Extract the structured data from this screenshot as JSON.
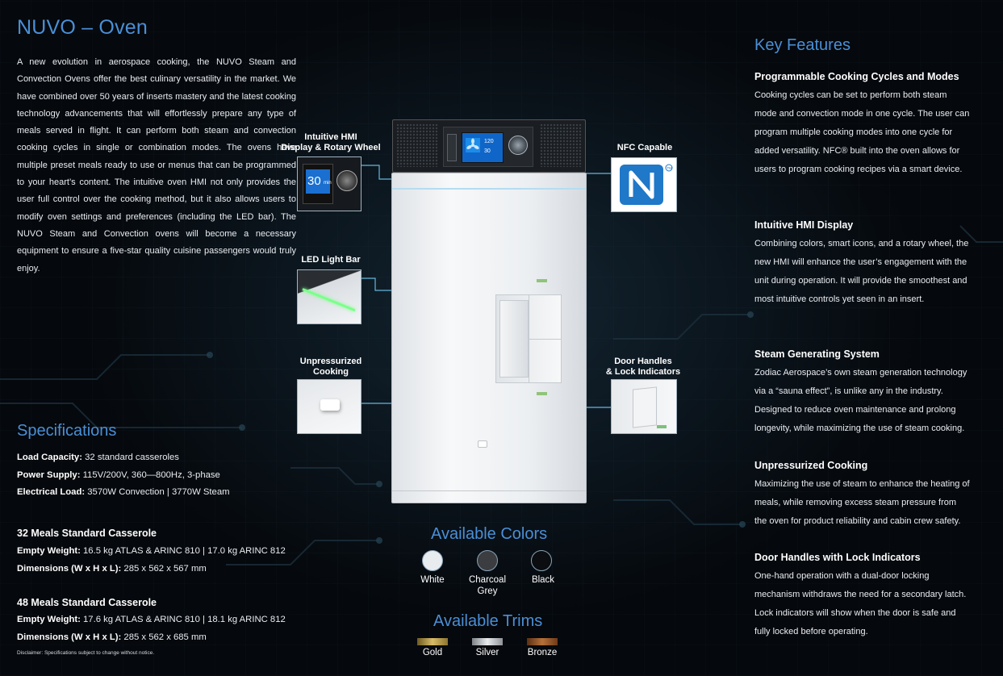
{
  "title": "NUVO – Oven",
  "intro": "A new evolution in aerospace cooking, the NUVO Steam and Convection Ovens offer the best culinary versatility in the market. We have combined over 50 years of inserts mastery and the latest cooking technology advancements that will effortlessly prepare any type of meals served in flight. It can perform both steam and convection cooking cycles in single or combination modes. The ovens have multiple preset meals ready to use or menus that can be programmed to your heart’s content. The intuitive oven HMI not only provides the user full control over the cooking method, but it also allows users to modify oven settings and preferences (including the LED bar). The NUVO Steam and Convection ovens will become a necessary equipment to ensure a five-star quality cuisine passengers would truly enjoy.",
  "specifications": {
    "title": "Specifications",
    "rows": [
      {
        "label": "Load Capacity:",
        "value": " 32 standard casseroles"
      },
      {
        "label": "Power Supply:",
        "value": " 115V/200V, 360—800Hz, 3-phase"
      },
      {
        "label": "Electrical Load:",
        "value": " 3570W Convection | 3770W Steam"
      }
    ]
  },
  "casserole32": {
    "title": "32 Meals Standard Casserole",
    "rows": [
      {
        "label": "Empty Weight:",
        "value": " 16.5 kg ATLAS & ARINC 810 | 17.0 kg ARINC 812"
      },
      {
        "label": "Dimensions (W x H x L):",
        "value": " 285 x 562 x 567 mm"
      }
    ]
  },
  "casserole48": {
    "title": "48 Meals Standard Casserole",
    "rows": [
      {
        "label": "Empty Weight:",
        "value": " 17.6 kg ATLAS & ARINC 810 | 18.1 kg ARINC 812"
      },
      {
        "label": "Dimensions (W x H x L):",
        "value": " 285 x 562 x 685 mm"
      }
    ]
  },
  "disclaimer": "Disclaimer: Specifications subject to change without notice.",
  "callouts": {
    "hmi": "Intuitive HMI\nDisplay & Rotary Wheel",
    "led": "LED Light Bar",
    "unpressurized": "Unpressurized\nCooking",
    "nfc": "NFC Capable",
    "door": "Door Handles\n& Lock Indicators"
  },
  "hmi_screen": {
    "value": "30",
    "unit": "min"
  },
  "display_screen": {
    "line1": "120",
    "line2": "30"
  },
  "key_features": {
    "title": "Key Features",
    "items": [
      {
        "title": "Programmable Cooking Cycles and Modes",
        "text": "Cooking cycles can be set to perform both steam mode and convection mode in one cycle. The user can program multiple cooking modes into one cycle for added versatility. NFC® built into the oven allows for users to program cooking recipes via a smart device."
      },
      {
        "title": "Intuitive HMI Display",
        "text": "Combining colors, smart icons, and a rotary wheel, the new HMI will enhance the user’s engagement with the unit during operation. It will provide the smoothest and most intuitive controls yet seen in an insert."
      },
      {
        "title": "Steam Generating System",
        "text": "Zodiac Aerospace’s own steam generation technology via a “sauna effect”, is unlike any in the industry. Designed to reduce oven maintenance and prolong longevity, while maximizing the use of steam cooking."
      },
      {
        "title": "Unpressurized Cooking",
        "text": "Maximizing the use of steam to enhance the heating of meals, while removing excess steam pressure from the oven for product reliability and cabin crew safety."
      },
      {
        "title": "Door Handles with Lock Indicators",
        "text": "One-hand operation with a dual-door locking mechanism withdraws the need for a secondary latch. Lock indicators will show when the door is safe and fully locked before operating."
      }
    ]
  },
  "available_colors": {
    "title": "Available Colors",
    "items": [
      {
        "label": "White",
        "color": "#e9ecef"
      },
      {
        "label": "Charcoal\nGrey",
        "color": "#3b3d40"
      },
      {
        "label": "Black",
        "color": "#0b0d10"
      }
    ]
  },
  "available_trims": {
    "title": "Available Trims",
    "items": [
      {
        "label": "Gold",
        "color": "#b89a4a"
      },
      {
        "label": "Silver",
        "color": "#bfc3c7"
      },
      {
        "label": "Bronze",
        "color": "#9a5a2a"
      }
    ]
  },
  "colors": {
    "accent": "#4a8fd6",
    "background": "#05080c",
    "line_glow": "#7fd3ff"
  }
}
